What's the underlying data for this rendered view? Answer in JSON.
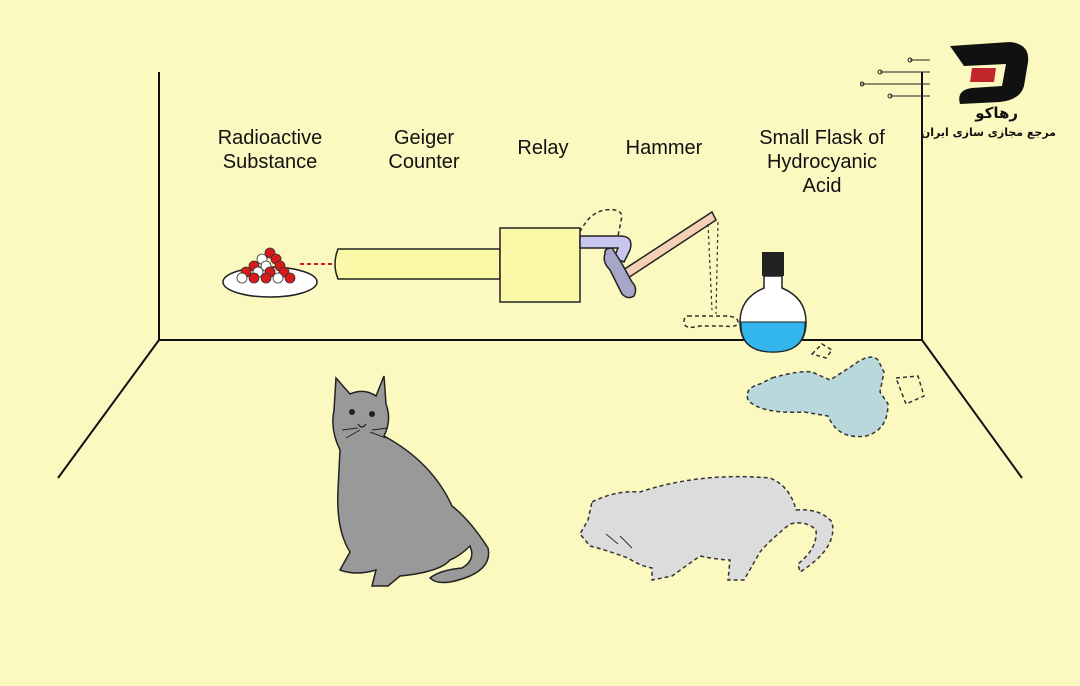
{
  "labels": {
    "radioactive": [
      "Radioactive",
      "Substance"
    ],
    "geiger": [
      "Geiger",
      "Counter"
    ],
    "relay": "Relay",
    "hammer": "Hammer",
    "flask": [
      "Small Flask of",
      "Hydrocyanic",
      "Acid"
    ]
  },
  "watermark": {
    "name": "رهاکو",
    "tagline": "مرجع مجازی سازی ایران"
  },
  "colors": {
    "background": "#fbf8c0",
    "geiger": "#fbf8a8",
    "acid": "#33b5ee",
    "live_cat": "#999999",
    "dead_cat": "#dcdcdc",
    "broken_flask": "#b8d8dc",
    "hammer_handle": "#f4d0b4",
    "relay_arm": "#c8c6ee",
    "atom_red": "#d81a1a",
    "wall_line": "#111111"
  }
}
